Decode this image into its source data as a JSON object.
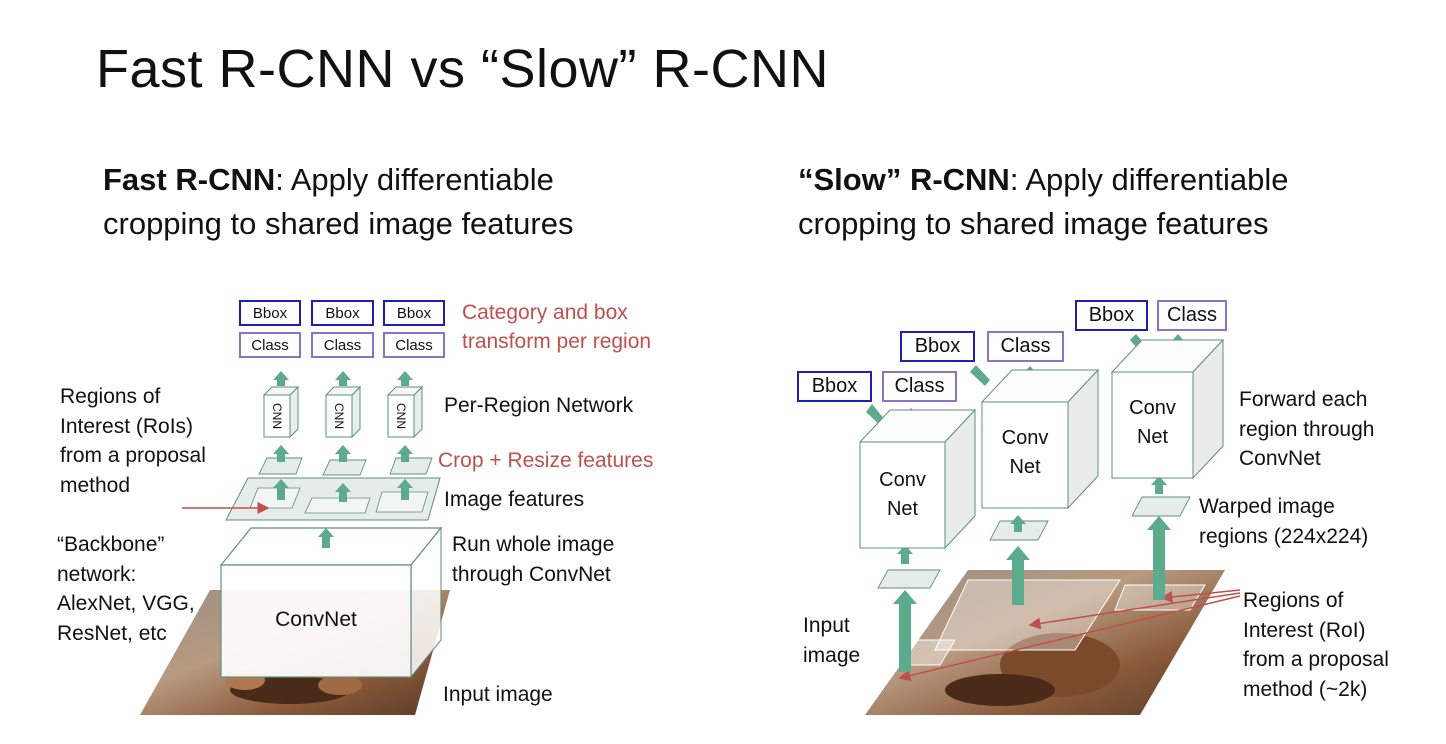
{
  "slide": {
    "title": "Fast R-CNN vs “Slow” R-CNN"
  },
  "left": {
    "subtitle_bold": "Fast R-CNN",
    "subtitle_rest": ": Apply differentiable",
    "subtitle_line2": "cropping to shared image features",
    "outputs": {
      "bbox": "Bbox",
      "class": "Class"
    },
    "cnn_label": "CNN",
    "convnet_label": "ConvNet",
    "labels": {
      "category_box": [
        "Category and box",
        "transform per region"
      ],
      "per_region": "Per-Region Network",
      "crop_resize": "Crop + Resize features",
      "image_features": "Image features",
      "run_whole": [
        "Run whole image",
        "through ConvNet"
      ],
      "input_image": "Input image",
      "rois": [
        "Regions of",
        "Interest (RoIs)",
        "from a proposal",
        "method"
      ],
      "backbone": [
        "“Backbone”",
        "network:",
        "AlexNet, VGG,",
        "ResNet, etc"
      ]
    }
  },
  "right": {
    "subtitle_bold": "“Slow” R-CNN",
    "subtitle_rest": ": Apply differentiable",
    "subtitle_line2": "cropping to shared image features",
    "outputs": {
      "bbox": "Bbox",
      "class": "Class"
    },
    "convnet_label": [
      "Conv",
      "Net"
    ],
    "labels": {
      "forward": [
        "Forward each",
        "region through",
        "ConvNet"
      ],
      "warped": [
        "Warped image",
        "regions (224x224)"
      ],
      "rois": [
        "Regions of",
        "Interest (RoI)",
        "from a proposal",
        "method (~2k)"
      ],
      "input_image": [
        "Input",
        "image"
      ]
    }
  },
  "colors": {
    "arrow": "#5bab8c",
    "bbox_border": "#1f1fb8",
    "class_border": "#8a72c8",
    "accent_red": "#c0504d",
    "line": "#5f8f7f"
  }
}
